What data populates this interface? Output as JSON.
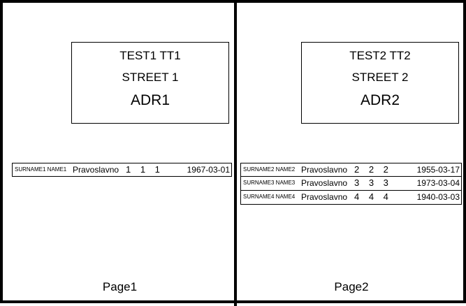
{
  "pages": [
    {
      "footer": "Page1",
      "address": {
        "line1": "TEST1 TT1",
        "line2": "STREET 1",
        "line3": "ADR1"
      },
      "rows": [
        {
          "name": "SURNAME1 NAME1",
          "religion": "Pravoslavno",
          "numbers": "1 1 1",
          "date": "1967-03-01"
        }
      ]
    },
    {
      "footer": "Page2",
      "address": {
        "line1": "TEST2 TT2",
        "line2": "STREET 2",
        "line3": "ADR2"
      },
      "rows": [
        {
          "name": "SURNAME2 NAME2",
          "religion": "Pravoslavno",
          "numbers": "2 2 2",
          "date": "1955-03-17"
        },
        {
          "name": "SURNAME3 NAME3",
          "religion": "Pravoslavno",
          "numbers": "3 3 3",
          "date": "1973-03-04"
        },
        {
          "name": "SURNAME4 NAME4",
          "religion": "Pravoslavno",
          "numbers": "4 4 4",
          "date": "1940-03-03"
        }
      ]
    }
  ]
}
